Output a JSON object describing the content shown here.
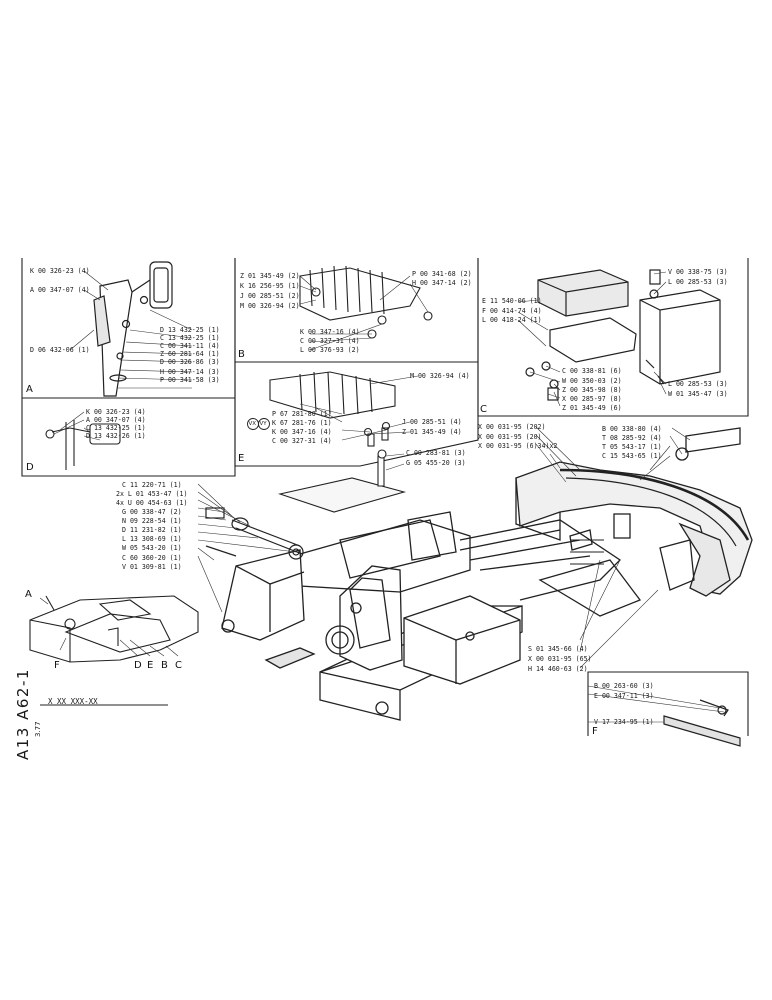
{
  "drawing": {
    "doc_number": "A13 A62-1",
    "ref_code": "X XX XXX-XX",
    "edition": "3.77"
  },
  "sections": {
    "A": "A",
    "B": "B",
    "C": "C",
    "D": "D",
    "E": "E",
    "F": "F"
  },
  "detail_labels": {
    "A": "A",
    "F": "F",
    "D": "D",
    "E": "E",
    "B": "B",
    "C": "C"
  },
  "callouts": {
    "vx": "VX",
    "vy": "VY"
  },
  "panel_A": [
    "K 00 326-23 (4)",
    "A 00 347-07 (4)",
    "D 13 432-25 (1)",
    "C 13 432-25 (1)",
    "C 00 341-11 (4)",
    "Z 60 281-64 (1)",
    "D 00 326-86 (3)",
    "H 00 347-14 (3)",
    "P 00 341-58 (3)",
    "D 06 432-06 (1)"
  ],
  "panel_D": [
    "K 00 326-23 (4)",
    "A 00 347-07 (4)",
    "C 13 432-25 (1)",
    "D 13 432-26 (1)"
  ],
  "panel_B_left": [
    "Z 01 345-49 (2)",
    "K 16 256-95 (1)",
    "J 00 285-51 (2)",
    "M 00 326-94 (2)"
  ],
  "panel_B_right": [
    "P 00 341-68 (2)",
    "H 00 347-14 (2)"
  ],
  "panel_B_bottom": [
    "K 00 347-16 (4)",
    "C 00 327-31 (4)",
    "L 00 376-93 (2)"
  ],
  "panel_E": [
    "M 00 326-94 (4)",
    "P 67 281-80 (1)",
    "K 67 281-76 (1)",
    "K 00 347-16 (4)",
    "C 00 327-31 (4)",
    "J 00 285-51 (4)",
    "Z 01 345-49 (4)"
  ],
  "panel_C_left": [
    "E 11 540-06 (1)",
    "F 00 414-74 (4)",
    "L 00 418-24 (1)",
    "C 00 338-81 (6)",
    "W 00 350-03 (2)",
    "Z 00 345-98 (8)",
    "X 00 285-97 (8)",
    "Z 01 345-49 (6)"
  ],
  "panel_C_right": [
    "V 00 338-75 (3)",
    "L 00 285-53 (3)",
    "L 00 285-53 (3)",
    "W 01 345-47 (3)"
  ],
  "main_top": [
    "C 00 283-81 (3)",
    "G 05 455-20 (3)"
  ],
  "main_center": [
    "X 00 031-95 (202)",
    "X 00 031-95 (20)",
    "X 00 031-95 (6)34)x2"
  ],
  "main_right": [
    "B 00 338-80 (4)",
    "T 08 285-92 (4)",
    "T 05 543-17 (1)",
    "C 15 543-65 (1)"
  ],
  "main_left": [
    "C 11 220-71 (1)",
    "2x L 01 453-47 (1)",
    "4x U 00 454-63 (1)",
    "G 00 338-47 (2)",
    "N 09 228-54 (1)",
    "D 11 231-82 (1)",
    "L 13 308-69 (1)",
    "W 05 543-20 (1)",
    "C 60 360-20 (1)",
    "V 01 309-81 (1)"
  ],
  "main_bottom_right": [
    "S 01 345-66 (4)",
    "X 00 031-95 (65)",
    "H 14 460-63 (2)"
  ],
  "panel_F": [
    "B 00 263-60 (3)",
    "E 00 347-11 (3)",
    "V 17 234-95 (1)"
  ]
}
